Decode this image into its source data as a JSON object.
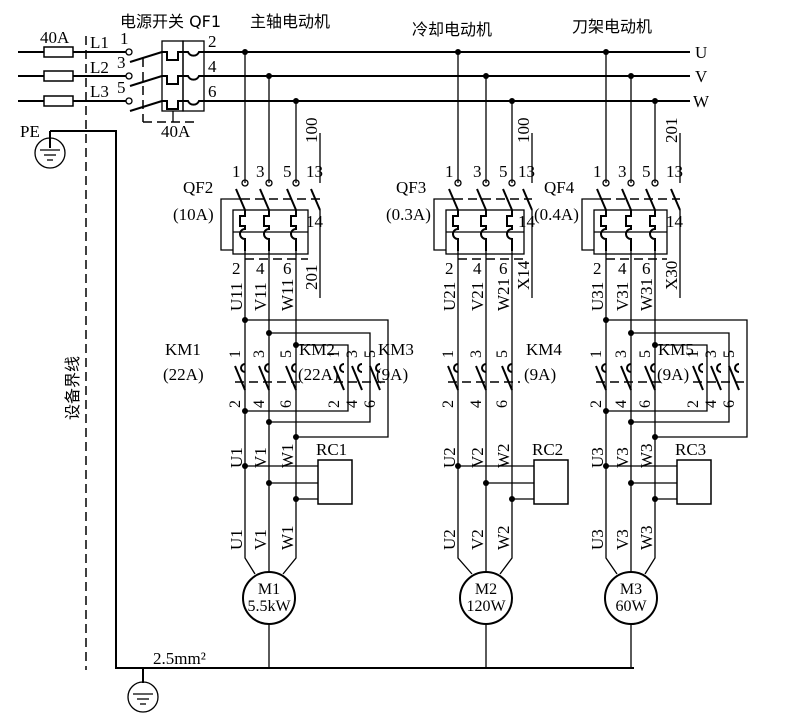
{
  "title_labels": {
    "power_switch": "电源开关 QF1",
    "spindle_motor": "主轴电动机",
    "coolant_motor": "冷却电动机",
    "turret_motor": "刀架电动机"
  },
  "supply": {
    "fuse_rating": "40A",
    "phases_in": [
      "L1",
      "L2",
      "L3"
    ],
    "phases_out": [
      "U",
      "V",
      "W"
    ],
    "qf1_in_terminals": [
      "1",
      "3",
      "5"
    ],
    "qf1_out_terminals": [
      "2",
      "4",
      "6"
    ],
    "qf1_rating": "40A",
    "pe": "PE",
    "ground_wire": "2.5mm²",
    "boundary_label": "设备界线"
  },
  "breakers": [
    {
      "name": "QF2",
      "rating": "(10A)",
      "in": [
        "1",
        "3",
        "5",
        "13"
      ],
      "out": [
        "2",
        "4",
        "6"
      ],
      "aux": "14",
      "aux_top": "100",
      "aux_bottom": "201",
      "wires": [
        "U11",
        "V11",
        "W11"
      ]
    },
    {
      "name": "QF3",
      "rating": "(0.3A)",
      "in": [
        "1",
        "3",
        "5",
        "13"
      ],
      "out": [
        "2",
        "4",
        "6"
      ],
      "aux": "14",
      "aux_top": "100",
      "aux_bottom": "X14",
      "wires": [
        "U21",
        "V21",
        "W21"
      ]
    },
    {
      "name": "QF4",
      "rating": "(0.4A)",
      "in": [
        "1",
        "3",
        "5",
        "13"
      ],
      "out": [
        "2",
        "4",
        "6"
      ],
      "aux": "14",
      "aux_top": "201",
      "aux_bottom": "X30",
      "wires": [
        "U31",
        "V31",
        "W31"
      ]
    }
  ],
  "contactors": [
    {
      "name": "KM1",
      "rating": "(22A)",
      "in": [
        "1",
        "3",
        "5"
      ],
      "out": [
        "2",
        "4",
        "6"
      ]
    },
    {
      "name": "KM2",
      "rating": "(22A)",
      "in": [
        "1",
        "3",
        "5"
      ],
      "out": [
        "2",
        "4",
        "6"
      ]
    },
    {
      "name": "KM3",
      "rating": "(9A)",
      "in": [
        "1",
        "3",
        "5"
      ],
      "out": [
        "2",
        "4",
        "6"
      ]
    },
    {
      "name": "KM4",
      "rating": "(9A)",
      "in": [
        "1",
        "3",
        "5"
      ],
      "out": [
        "2",
        "4",
        "6"
      ]
    },
    {
      "name": "KM5",
      "rating": "(9A)",
      "in": [
        "1",
        "3",
        "5"
      ],
      "out": [
        "2",
        "4",
        "6"
      ]
    }
  ],
  "rc": [
    "RC1",
    "RC2",
    "RC3"
  ],
  "motors": [
    {
      "name": "M1",
      "power": "5.5kW",
      "wires": [
        "U1",
        "V1",
        "W1"
      ]
    },
    {
      "name": "M2",
      "power": "120W",
      "wires": [
        "U2",
        "V2",
        "W2"
      ]
    },
    {
      "name": "M3",
      "power": "60W",
      "wires": [
        "U3",
        "V3",
        "W3"
      ]
    }
  ]
}
